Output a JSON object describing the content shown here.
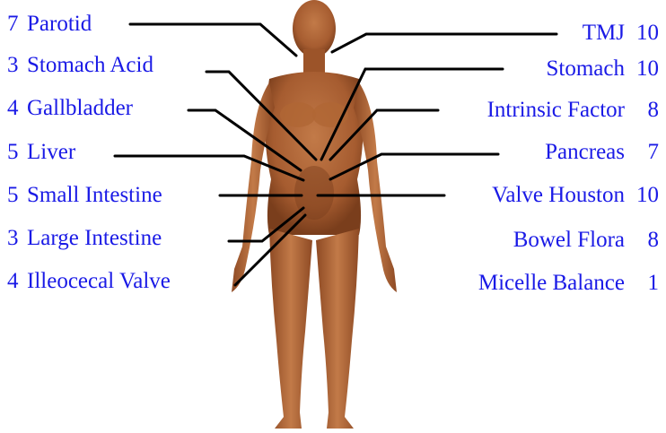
{
  "colors": {
    "label": "#1a1ae6",
    "leader_line": "#000000",
    "skin": "#b8693a",
    "skin_shadow": "#7a3e1c"
  },
  "left_labels": [
    {
      "number": "7",
      "name": "Parotid"
    },
    {
      "number": "3",
      "name": "Stomach Acid"
    },
    {
      "number": "4",
      "name": "Gallbladder"
    },
    {
      "number": "5",
      "name": "Liver"
    },
    {
      "number": "5",
      "name": "Small Intestine"
    },
    {
      "number": "3",
      "name": "Large Intestine"
    },
    {
      "number": "4",
      "name": "Illeocecal Valve"
    }
  ],
  "right_labels": [
    {
      "name": "TMJ",
      "number": "10"
    },
    {
      "name": "Stomach",
      "number": "10"
    },
    {
      "name": "Intrinsic Factor",
      "number": "8"
    },
    {
      "name": "Pancreas",
      "number": "7"
    },
    {
      "name": "Valve Houston",
      "number": "10"
    },
    {
      "name": "Bowel Flora",
      "number": "8"
    },
    {
      "name": "Micelle Balance",
      "number": "1"
    }
  ]
}
